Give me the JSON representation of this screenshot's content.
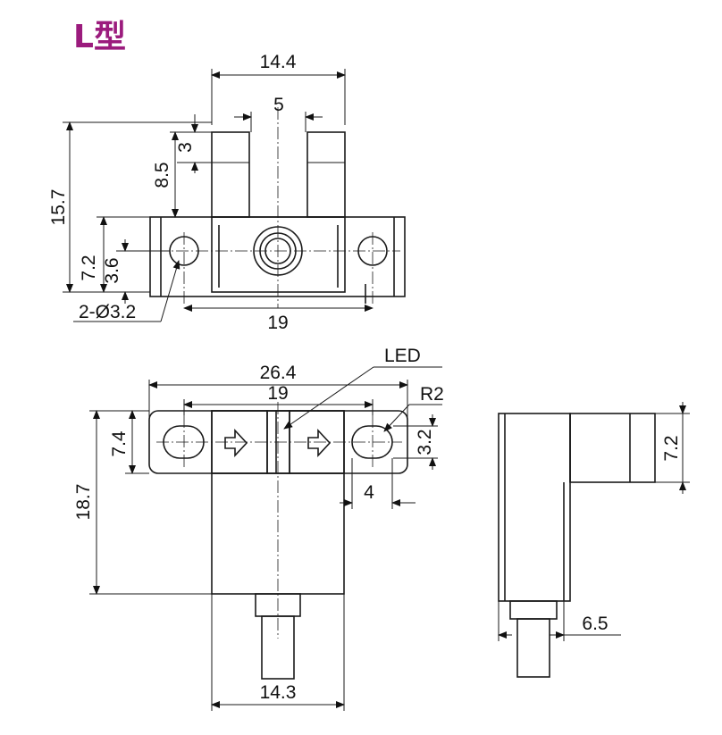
{
  "title": "L型",
  "dimensions": {
    "top_view": {
      "width_body": "14.4",
      "slot_width": "5",
      "height_total": "15.7",
      "ear_depth": "8.5",
      "slot_top": "3",
      "ear_height": "7.2",
      "hole_center": "3.6",
      "hole_spec": "2-Ø3.2",
      "hole_pitch": "19"
    },
    "front_view": {
      "overall_width": "26.4",
      "hole_pitch": "19",
      "led_label": "LED",
      "radius": "R2",
      "ear_height": "7.4",
      "overall_height": "18.7",
      "slot_height": "3.2",
      "slot_len": "4",
      "body_width": "14.3"
    },
    "side_view": {
      "top_height": "7.2",
      "cable_offset": "6.5"
    }
  }
}
